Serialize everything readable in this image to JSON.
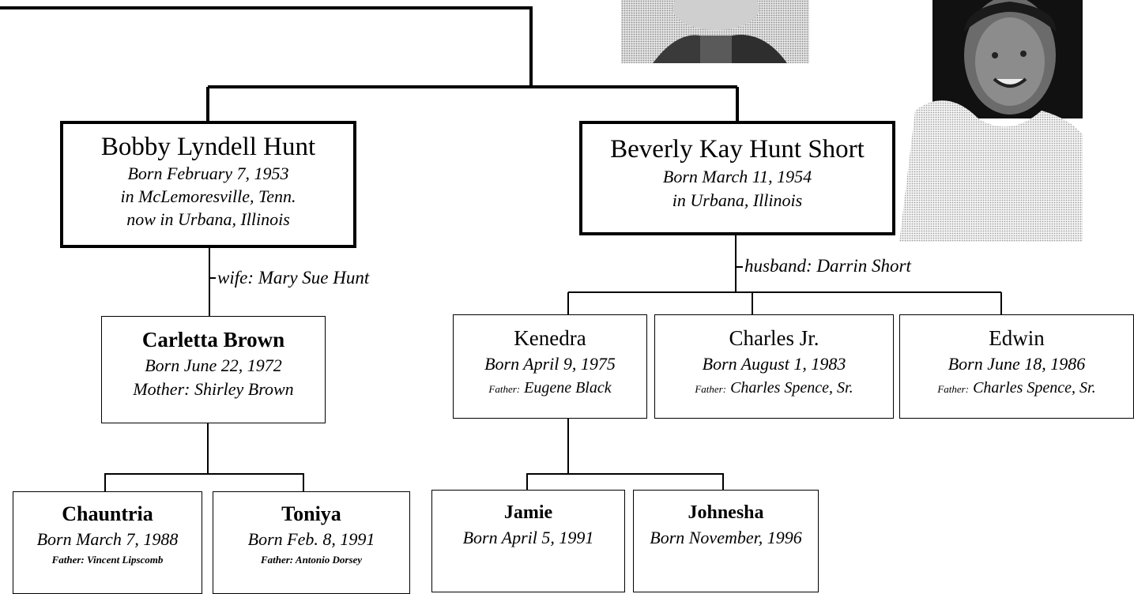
{
  "people": {
    "bobby": {
      "name": "Bobby Lyndell Hunt",
      "born": "Born February 7, 1953",
      "place": "in McLemoresville, Tenn.",
      "now": "now in Urbana, Illinois"
    },
    "beverly": {
      "name": "Beverly Kay Hunt Short",
      "born": "Born March 11, 1954",
      "place": "in Urbana, Illinois"
    },
    "carletta": {
      "name": "Carletta Brown",
      "born": "Born June 22, 1972",
      "mother": "Mother: Shirley Brown"
    },
    "kenedra": {
      "name": "Kenedra",
      "born": "Born April 9, 1975",
      "father_label": "Father:",
      "father": "Eugene Black"
    },
    "charles": {
      "name": "Charles Jr.",
      "born": "Born August 1, 1983",
      "father_label": "Father:",
      "father": "Charles Spence, Sr."
    },
    "edwin": {
      "name": "Edwin",
      "born": "Born June 18, 1986",
      "father_label": "Father:",
      "father": "Charles Spence, Sr."
    },
    "chauntria": {
      "name": "Chauntria",
      "born": "Born March 7, 1988",
      "father": "Father: Vincent Lipscomb"
    },
    "toniya": {
      "name": "Toniya",
      "born": "Born Feb. 8, 1991",
      "father": "Father: Antonio Dorsey"
    },
    "jamie": {
      "name": "Jamie",
      "born": "Born April 5, 1991"
    },
    "johnesha": {
      "name": "Johnesha",
      "born": "Born November, 1996"
    }
  },
  "spouses": {
    "bobby_wife": "wife: Mary Sue Hunt",
    "beverly_husband": "husband: Darrin Short"
  },
  "photos": [
    "photo-top",
    "photo-right"
  ]
}
